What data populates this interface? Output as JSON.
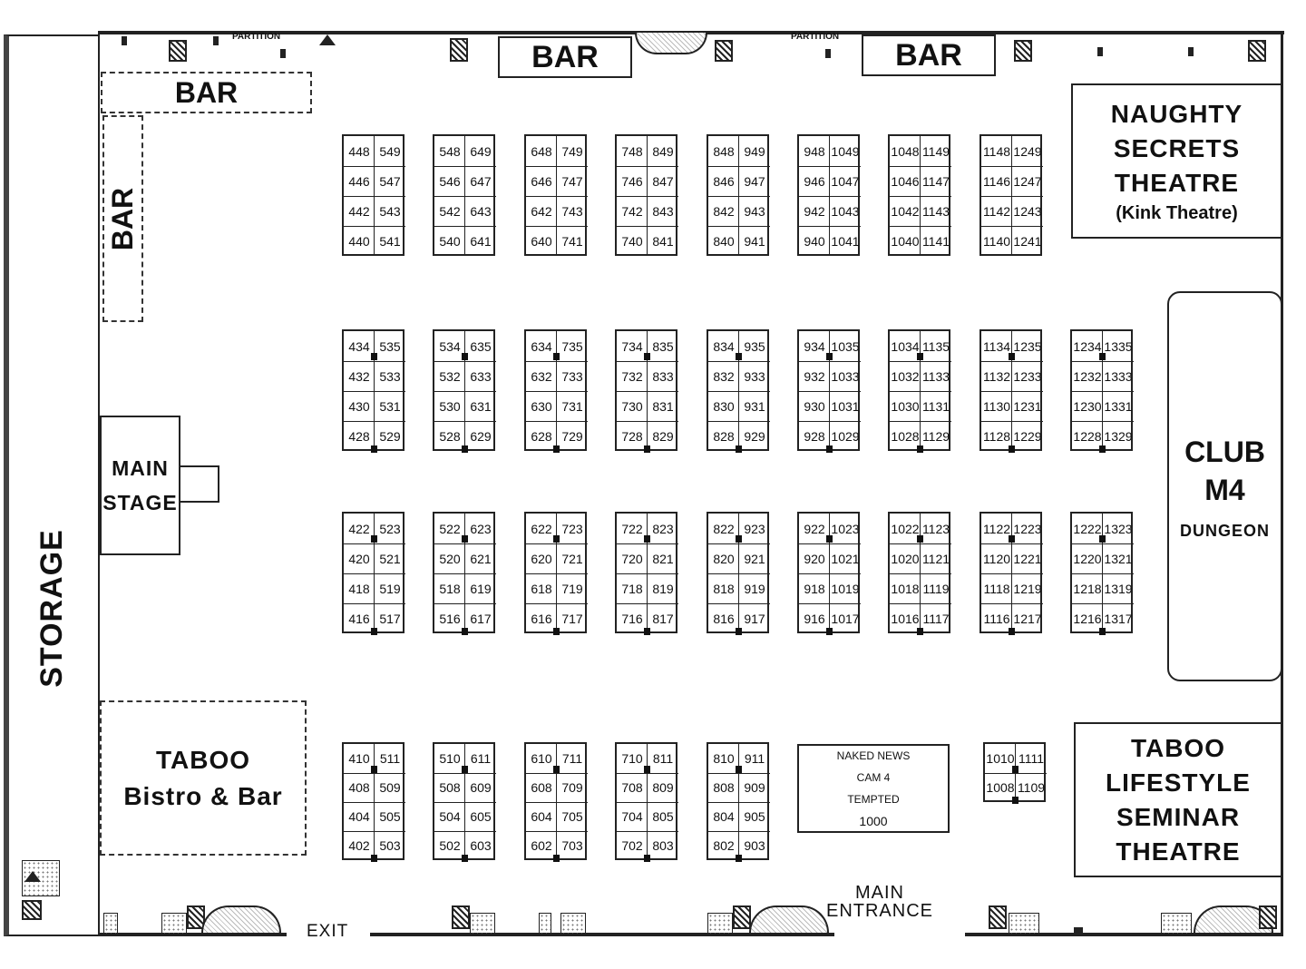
{
  "areas": {
    "storage": "STORAGE",
    "bar_top_1": "BAR",
    "bar_top_2": "BAR",
    "bar_left_horizontal": "BAR",
    "bar_left_vertical": "BAR",
    "partition_1": "PARTITION",
    "partition_2": "PARTITION",
    "naughty_secrets": [
      "NAUGHTY",
      "SECRETS",
      "THEATRE"
    ],
    "naughty_secrets_sub": "(Kink Theatre)",
    "club_m4": [
      "CLUB",
      "M4"
    ],
    "club_m4_sub": "DUNGEON",
    "main_stage": [
      "MAIN",
      "STAGE"
    ],
    "taboo_bistro": [
      "TABOO",
      "Bistro & Bar"
    ],
    "taboo_lifestyle": [
      "TABOO",
      "LIFESTYLE",
      "SEMINAR",
      "THEATRE"
    ],
    "naked_news": [
      "NAKED NEWS",
      "CAM 4",
      "TEMPTED",
      "1000"
    ],
    "main_entrance": [
      "MAIN",
      "ENTRANCE"
    ],
    "exit": "EXIT"
  },
  "booth_rows": [
    {
      "name": "row-1",
      "blocks": [
        {
          "left": [
            "448",
            "446",
            "442",
            "440"
          ],
          "right": [
            "549",
            "547",
            "543",
            "541"
          ]
        },
        {
          "left": [
            "548",
            "546",
            "542",
            "540"
          ],
          "right": [
            "649",
            "647",
            "643",
            "641"
          ]
        },
        {
          "left": [
            "648",
            "646",
            "642",
            "640"
          ],
          "right": [
            "749",
            "747",
            "743",
            "741"
          ]
        },
        {
          "left": [
            "748",
            "746",
            "742",
            "740"
          ],
          "right": [
            "849",
            "847",
            "843",
            "841"
          ]
        },
        {
          "left": [
            "848",
            "846",
            "842",
            "840"
          ],
          "right": [
            "949",
            "947",
            "943",
            "941"
          ]
        },
        {
          "left": [
            "948",
            "946",
            "942",
            "940"
          ],
          "right": [
            "1049",
            "1047",
            "1043",
            "1041"
          ]
        },
        {
          "left": [
            "1048",
            "1046",
            "1042",
            "1040"
          ],
          "right": [
            "1149",
            "1147",
            "1143",
            "1141"
          ]
        },
        {
          "left": [
            "1148",
            "1146",
            "1142",
            "1140"
          ],
          "right": [
            "1249",
            "1247",
            "1243",
            "1241"
          ]
        }
      ]
    },
    {
      "name": "row-2",
      "blocks": [
        {
          "left": [
            "434",
            "432",
            "430",
            "428"
          ],
          "right": [
            "535",
            "533",
            "531",
            "529"
          ]
        },
        {
          "left": [
            "534",
            "532",
            "530",
            "528"
          ],
          "right": [
            "635",
            "633",
            "631",
            "629"
          ]
        },
        {
          "left": [
            "634",
            "632",
            "630",
            "628"
          ],
          "right": [
            "735",
            "733",
            "731",
            "729"
          ]
        },
        {
          "left": [
            "734",
            "732",
            "730",
            "728"
          ],
          "right": [
            "835",
            "833",
            "831",
            "829"
          ]
        },
        {
          "left": [
            "834",
            "832",
            "830",
            "828"
          ],
          "right": [
            "935",
            "933",
            "931",
            "929"
          ]
        },
        {
          "left": [
            "934",
            "932",
            "930",
            "928"
          ],
          "right": [
            "1035",
            "1033",
            "1031",
            "1029"
          ]
        },
        {
          "left": [
            "1034",
            "1032",
            "1030",
            "1028"
          ],
          "right": [
            "1135",
            "1133",
            "1131",
            "1129"
          ]
        },
        {
          "left": [
            "1134",
            "1132",
            "1130",
            "1128"
          ],
          "right": [
            "1235",
            "1233",
            "1231",
            "1229"
          ]
        },
        {
          "left": [
            "1234",
            "1232",
            "1230",
            "1228"
          ],
          "right": [
            "1335",
            "1333",
            "1331",
            "1329"
          ]
        }
      ]
    },
    {
      "name": "row-3",
      "blocks": [
        {
          "left": [
            "422",
            "420",
            "418",
            "416"
          ],
          "right": [
            "523",
            "521",
            "519",
            "517"
          ]
        },
        {
          "left": [
            "522",
            "520",
            "518",
            "516"
          ],
          "right": [
            "623",
            "621",
            "619",
            "617"
          ]
        },
        {
          "left": [
            "622",
            "620",
            "618",
            "616"
          ],
          "right": [
            "723",
            "721",
            "719",
            "717"
          ]
        },
        {
          "left": [
            "722",
            "720",
            "718",
            "716"
          ],
          "right": [
            "823",
            "821",
            "819",
            "817"
          ]
        },
        {
          "left": [
            "822",
            "820",
            "818",
            "816"
          ],
          "right": [
            "923",
            "921",
            "919",
            "917"
          ]
        },
        {
          "left": [
            "922",
            "920",
            "918",
            "916"
          ],
          "right": [
            "1023",
            "1021",
            "1019",
            "1017"
          ]
        },
        {
          "left": [
            "1022",
            "1020",
            "1018",
            "1016"
          ],
          "right": [
            "1123",
            "1121",
            "1119",
            "1117"
          ]
        },
        {
          "left": [
            "1122",
            "1120",
            "1118",
            "1116"
          ],
          "right": [
            "1223",
            "1221",
            "1219",
            "1217"
          ]
        },
        {
          "left": [
            "1222",
            "1220",
            "1218",
            "1216"
          ],
          "right": [
            "1323",
            "1321",
            "1319",
            "1317"
          ]
        }
      ]
    },
    {
      "name": "row-4",
      "blocks": [
        {
          "left": [
            "410",
            "408",
            "404",
            "402"
          ],
          "right": [
            "511",
            "509",
            "505",
            "503"
          ]
        },
        {
          "left": [
            "510",
            "508",
            "504",
            "502"
          ],
          "right": [
            "611",
            "609",
            "605",
            "603"
          ]
        },
        {
          "left": [
            "610",
            "608",
            "604",
            "602"
          ],
          "right": [
            "711",
            "709",
            "705",
            "703"
          ]
        },
        {
          "left": [
            "710",
            "708",
            "704",
            "702"
          ],
          "right": [
            "811",
            "809",
            "805",
            "803"
          ]
        },
        {
          "left": [
            "810",
            "808",
            "804",
            "802"
          ],
          "right": [
            "911",
            "909",
            "905",
            "903"
          ]
        }
      ]
    },
    {
      "name": "row-4-small",
      "blocks": [
        {
          "left": [
            "1010",
            "1008"
          ],
          "right": [
            "1111",
            "1109"
          ]
        }
      ]
    }
  ]
}
